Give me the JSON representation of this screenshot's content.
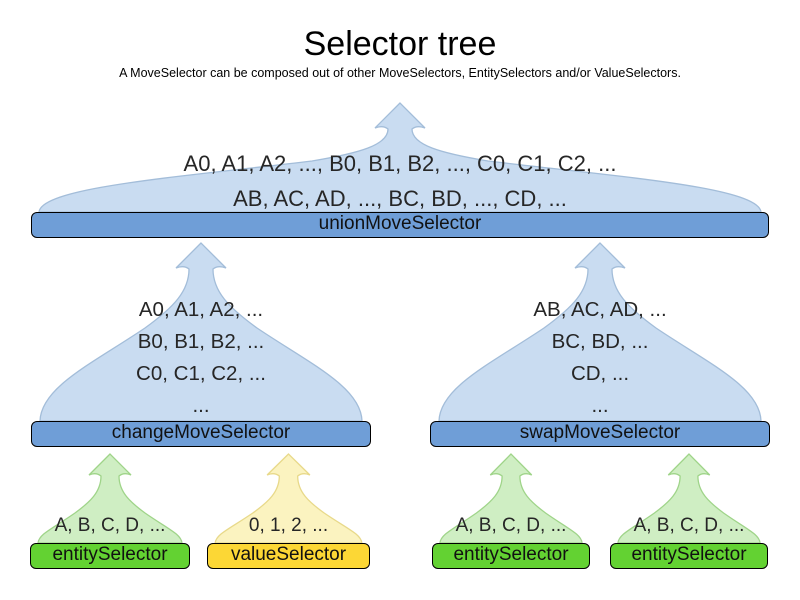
{
  "page": {
    "title": "Selector tree",
    "subtitle": "A MoveSelector can be composed out of other MoveSelectors, EntitySelectors and/or ValueSelectors."
  },
  "colors": {
    "move_cloud_fill": "#c9dcf1",
    "move_cloud_stroke": "#a3bdd9",
    "move_bar": "#6f9ed7",
    "entity_cloud_fill": "#cfeec3",
    "entity_cloud_stroke": "#9fd489",
    "entity_bar": "#63d232",
    "value_cloud_fill": "#fbf3c0",
    "value_cloud_stroke": "#e8d98a",
    "value_bar": "#fcd735"
  },
  "nodes": {
    "union": {
      "label": "unionMoveSelector",
      "lines": [
        "A0, A1, A2, ..., B0, B1, B2, ..., C0, C1, C2, ...",
        "AB, AC, AD, ..., BC, BD, ..., CD, ..."
      ]
    },
    "change": {
      "label": "changeMoveSelector",
      "lines": [
        "A0, A1, A2, ...",
        "B0, B1, B2, ...",
        "C0, C1, C2, ...",
        "..."
      ]
    },
    "swap": {
      "label": "swapMoveSelector",
      "lines": [
        "AB, AC, AD, ...",
        "BC, BD, ...",
        "CD, ...",
        "..."
      ]
    },
    "entity1": {
      "label": "entitySelector",
      "lines": [
        "A, B, C, D, ..."
      ]
    },
    "value1": {
      "label": "valueSelector",
      "lines": [
        "0, 1, 2, ..."
      ]
    },
    "entity2": {
      "label": "entitySelector",
      "lines": [
        "A, B, C, D, ..."
      ]
    },
    "entity3": {
      "label": "entitySelector",
      "lines": [
        "A, B, C, D, ..."
      ]
    }
  }
}
